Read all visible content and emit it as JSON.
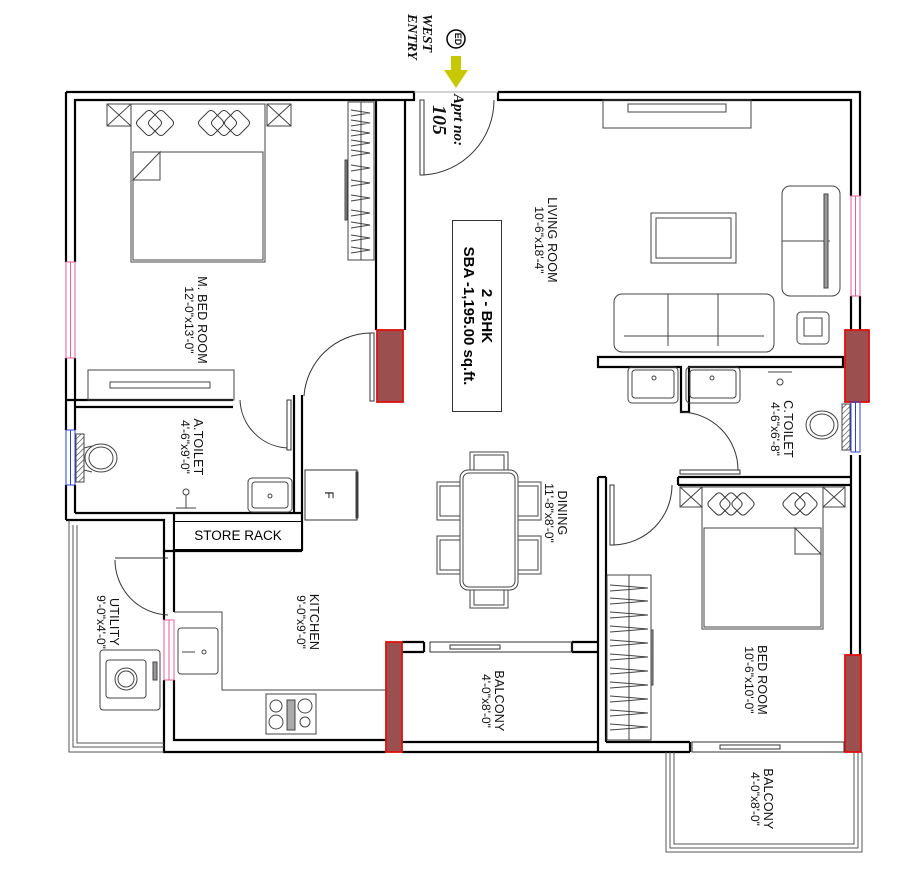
{
  "plan": {
    "title": "2 - BHK",
    "area": "SBA -1,195.00 sq.ft.",
    "entry": {
      "line1": "WEST",
      "line2": "ENTRY",
      "symbol": "ED",
      "arrow_color": "#c8c800"
    },
    "apartment": {
      "label": "Aprt no:",
      "number": "105"
    }
  },
  "rooms": {
    "master_bedroom": {
      "name": "M. BED ROOM",
      "dim": "12'-0\"x13'-0\""
    },
    "living_room": {
      "name": "LIVING ROOM",
      "dim": "10'-6\"x18'-4\""
    },
    "attached_toilet": {
      "name": "A.TOILET",
      "dim": "4'-6\"x9'-0\""
    },
    "common_toilet": {
      "name": "C.TOILET",
      "dim": "4'-6\"x6'-8\""
    },
    "dining": {
      "name": "DINING",
      "dim": "11'-8\"x8'-0\""
    },
    "kitchen": {
      "name": "KITCHEN",
      "dim": "9'-0\"x9'-0\""
    },
    "utility": {
      "name": "UTILITY",
      "dim": "9'-0\"x4'-0\""
    },
    "balcony_center": {
      "name": "BALCONY",
      "dim": "4'-0\"x8'-0\""
    },
    "bedroom": {
      "name": "BED ROOM",
      "dim": "10'-6\"x10'-0\""
    },
    "balcony_right": {
      "name": "BALCONY",
      "dim": "4'-0\"x8'-0\""
    }
  },
  "fixtures": {
    "store_rack": "STORE RACK",
    "fridge": "F"
  },
  "colors": {
    "wall": "#000000",
    "column_fill": "#9b4f4f",
    "column_border": "#e01010",
    "window_pink": "#e0609a",
    "window_blue": "#3040d0",
    "furniture": "#555555"
  }
}
